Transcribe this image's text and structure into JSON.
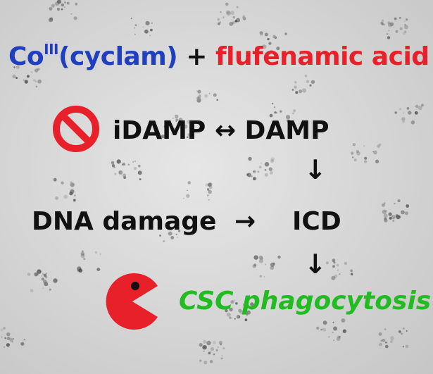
{
  "title": {
    "drug_name": "Co",
    "drug_superscript": "III",
    "drug_ligand": "(cyclam)",
    "plus": "+",
    "acid": "flufenamic acid"
  },
  "pathway": {
    "inhibit_line": "iDAMP ↔ DAMP",
    "arrow_down": "↓",
    "dna_damage": "DNA damage",
    "arrow_right": "→",
    "icd": "ICD",
    "csc": "CSC phagocytosis"
  },
  "icons": {
    "prohibition": "no-entry-sign-icon",
    "phagocyte": "pacman-phagocyte-icon"
  },
  "colors": {
    "drug_blue": "#1f3fbf",
    "acid_red": "#e8202a",
    "csc_green": "#22bb22",
    "icon_red": "#e8202a"
  }
}
